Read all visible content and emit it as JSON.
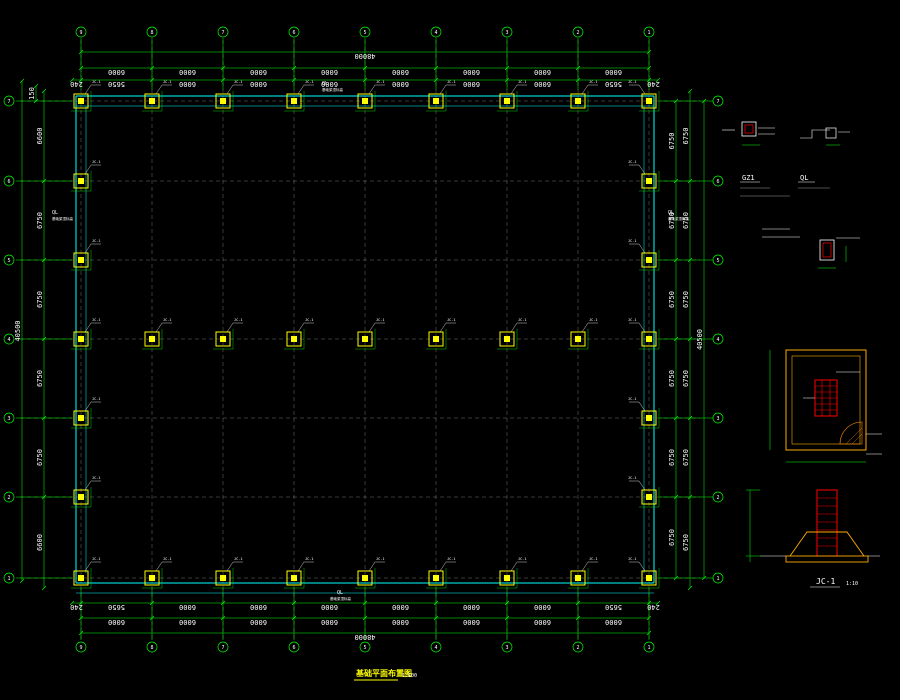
{
  "colors": {
    "background": "#000000",
    "dimension": "#00ff00",
    "grid": "#ffffff",
    "beam": "#00ffff",
    "column": "#ffff00",
    "annotation": "#ffffff",
    "detail_frame": "#ff6600",
    "rebar": "#ff0000"
  },
  "plan": {
    "title": "基础平面布置图",
    "scale": "1:100",
    "column_axes": [
      "9",
      "8",
      "7",
      "6",
      "5",
      "4",
      "3",
      "2",
      "1"
    ],
    "row_axes": [
      "7",
      "6",
      "5",
      "4",
      "3",
      "2",
      "1"
    ],
    "overall_width": "48000",
    "overall_depth": "40500",
    "x_bays": [
      "6000",
      "6000",
      "6000",
      "6000",
      "6000",
      "6000",
      "6000",
      "6000"
    ],
    "x_outer_bays": [
      "5650",
      "6000",
      "6000",
      "6000",
      "6000",
      "6000",
      "6000",
      "5650"
    ],
    "edge_offset": "240",
    "y_bays_left": [
      "6600",
      "6750",
      "6750",
      "6750",
      "6750",
      "6600"
    ],
    "y_bays_right": [
      "6750",
      "6750",
      "6750",
      "6750",
      "6750",
      "6750"
    ],
    "y_edge_offset": "150",
    "footing_tag": "JC-1",
    "beam_tag": "QL",
    "beam_note": "基础梁顶标高"
  },
  "details": {
    "gz_label": "GZ1",
    "ql_label": "QL",
    "jc_label": "JC-1",
    "note_text": "1:10"
  }
}
